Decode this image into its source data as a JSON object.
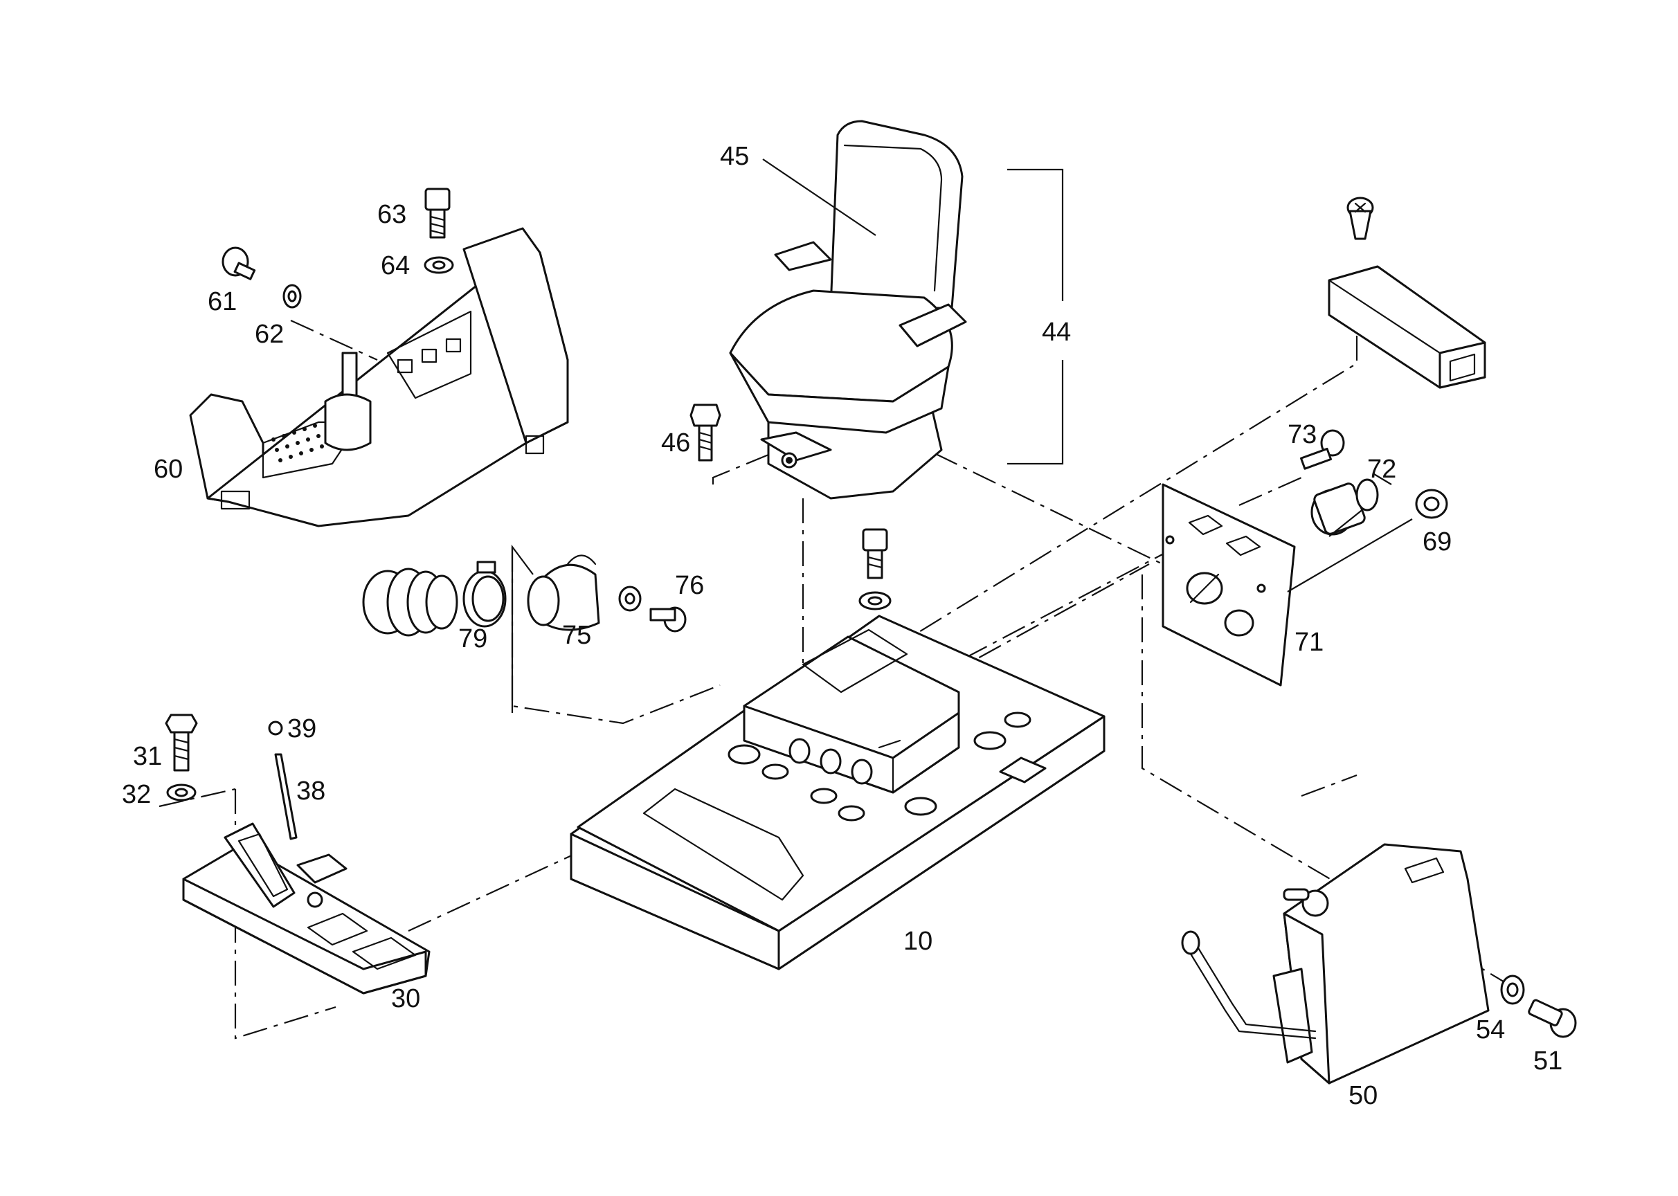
{
  "labels": {
    "l10": "10",
    "l30": "30",
    "l31": "31",
    "l32": "32",
    "l38": "38",
    "l39": "39",
    "l44": "44",
    "l45": "45",
    "l46": "46",
    "l50": "50",
    "l51": "51",
    "l54": "54",
    "l60": "60",
    "l61": "61",
    "l62": "62",
    "l63": "63",
    "l64": "64",
    "l69": "69",
    "l71": "71",
    "l72": "72",
    "l73": "73",
    "l75": "75",
    "l76": "76",
    "l79": "79"
  }
}
